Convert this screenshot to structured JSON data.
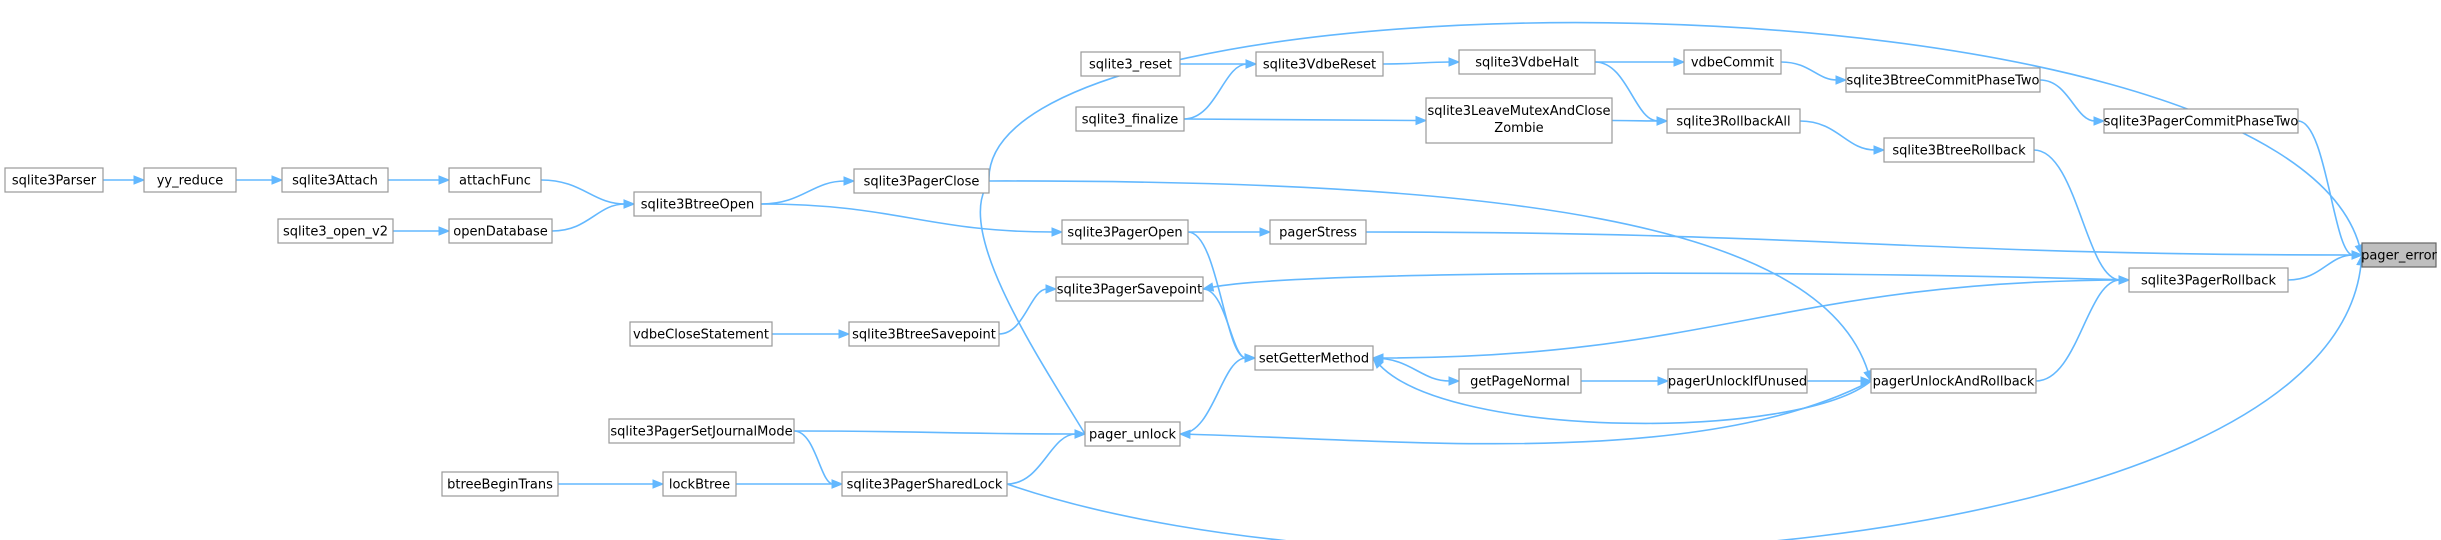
{
  "diagram": {
    "title": "",
    "root": "pager_error",
    "colors": {
      "edge": "#63b8ff",
      "node_border": "#999999",
      "node_fill": "#ffffff",
      "root_fill": "#bfbfbf",
      "root_border": "#666666"
    },
    "nodes": [
      {
        "id": "pager_error",
        "label": "pager_error"
      },
      {
        "id": "sqlite3PagerCommitPhaseTwo",
        "label": "sqlite3PagerCommitPhaseTwo"
      },
      {
        "id": "sqlite3BtreeCommitPhaseTwo",
        "label": "sqlite3BtreeCommitPhaseTwo"
      },
      {
        "id": "vdbeCommit",
        "label": "vdbeCommit"
      },
      {
        "id": "sqlite3VdbeHalt",
        "label": "sqlite3VdbeHalt"
      },
      {
        "id": "sqlite3VdbeReset",
        "label": "sqlite3VdbeReset"
      },
      {
        "id": "sqlite3_reset",
        "label": "sqlite3_reset"
      },
      {
        "id": "sqlite3_finalize",
        "label": "sqlite3_finalize"
      },
      {
        "id": "sqlite3LeaveMutexAndCloseZombie",
        "label": "sqlite3LeaveMutexAndClose Zombie"
      },
      {
        "id": "sqlite3RollbackAll",
        "label": "sqlite3RollbackAll"
      },
      {
        "id": "sqlite3BtreeRollback",
        "label": "sqlite3BtreeRollback"
      },
      {
        "id": "sqlite3PagerClose",
        "label": "sqlite3PagerClose"
      },
      {
        "id": "sqlite3BtreeOpen",
        "label": "sqlite3BtreeOpen"
      },
      {
        "id": "attachFunc",
        "label": "attachFunc"
      },
      {
        "id": "sqlite3Attach",
        "label": "sqlite3Attach"
      },
      {
        "id": "yy_reduce",
        "label": "yy_reduce"
      },
      {
        "id": "sqlite3Parser",
        "label": "sqlite3Parser"
      },
      {
        "id": "openDatabase",
        "label": "openDatabase"
      },
      {
        "id": "sqlite3_open_v2",
        "label": "sqlite3_open_v2"
      },
      {
        "id": "sqlite3PagerOpen",
        "label": "sqlite3PagerOpen"
      },
      {
        "id": "pagerStress",
        "label": "pagerStress"
      },
      {
        "id": "sqlite3PagerRollback",
        "label": "sqlite3PagerRollback"
      },
      {
        "id": "sqlite3PagerSavepoint",
        "label": "sqlite3PagerSavepoint"
      },
      {
        "id": "sqlite3BtreeSavepoint",
        "label": "sqlite3BtreeSavepoint"
      },
      {
        "id": "vdbeCloseStatement",
        "label": "vdbeCloseStatement"
      },
      {
        "id": "setGetterMethod",
        "label": "setGetterMethod"
      },
      {
        "id": "getPageNormal",
        "label": "getPageNormal"
      },
      {
        "id": "pagerUnlockIfUnused",
        "label": "pagerUnlockIfUnused"
      },
      {
        "id": "pagerUnlockAndRollback",
        "label": "pagerUnlockAndRollback"
      },
      {
        "id": "pager_unlock",
        "label": "pager_unlock"
      },
      {
        "id": "sqlite3PagerSetJournalMode",
        "label": "sqlite3PagerSetJournalMode"
      },
      {
        "id": "sqlite3PagerSharedLock",
        "label": "sqlite3PagerSharedLock"
      },
      {
        "id": "lockBtree",
        "label": "lockBtree"
      },
      {
        "id": "btreeBeginTrans",
        "label": "btreeBeginTrans"
      }
    ],
    "edges": [
      {
        "from": "sqlite3PagerCommitPhaseTwo",
        "to": "pager_error"
      },
      {
        "from": "sqlite3BtreeCommitPhaseTwo",
        "to": "sqlite3PagerCommitPhaseTwo"
      },
      {
        "from": "vdbeCommit",
        "to": "sqlite3BtreeCommitPhaseTwo"
      },
      {
        "from": "sqlite3VdbeHalt",
        "to": "vdbeCommit"
      },
      {
        "from": "sqlite3VdbeReset",
        "to": "sqlite3VdbeHalt"
      },
      {
        "from": "sqlite3_reset",
        "to": "sqlite3VdbeReset"
      },
      {
        "from": "sqlite3_finalize",
        "to": "sqlite3VdbeReset"
      },
      {
        "from": "sqlite3_finalize",
        "to": "sqlite3LeaveMutexAndCloseZombie"
      },
      {
        "from": "sqlite3VdbeHalt",
        "to": "sqlite3RollbackAll"
      },
      {
        "from": "sqlite3LeaveMutexAndCloseZombie",
        "to": "sqlite3RollbackAll"
      },
      {
        "from": "sqlite3RollbackAll",
        "to": "sqlite3BtreeRollback"
      },
      {
        "from": "sqlite3BtreeRollback",
        "to": "sqlite3PagerRollback"
      },
      {
        "from": "sqlite3PagerClose",
        "to": "pager_error"
      },
      {
        "from": "sqlite3BtreeOpen",
        "to": "sqlite3PagerClose"
      },
      {
        "from": "attachFunc",
        "to": "sqlite3BtreeOpen"
      },
      {
        "from": "sqlite3Attach",
        "to": "attachFunc"
      },
      {
        "from": "yy_reduce",
        "to": "sqlite3Attach"
      },
      {
        "from": "sqlite3Parser",
        "to": "yy_reduce"
      },
      {
        "from": "openDatabase",
        "to": "sqlite3BtreeOpen"
      },
      {
        "from": "sqlite3_open_v2",
        "to": "openDatabase"
      },
      {
        "from": "sqlite3BtreeOpen",
        "to": "sqlite3PagerOpen"
      },
      {
        "from": "sqlite3PagerOpen",
        "to": "pagerStress"
      },
      {
        "from": "pagerStress",
        "to": "pager_error"
      },
      {
        "from": "sqlite3PagerRollback",
        "to": "pager_error"
      },
      {
        "from": "sqlite3PagerRollback",
        "to": "sqlite3PagerSavepoint"
      },
      {
        "from": "sqlite3BtreeSavepoint",
        "to": "sqlite3PagerSavepoint"
      },
      {
        "from": "vdbeCloseStatement",
        "to": "sqlite3BtreeSavepoint"
      },
      {
        "from": "sqlite3PagerOpen",
        "to": "setGetterMethod"
      },
      {
        "from": "sqlite3PagerSavepoint",
        "to": "setGetterMethod"
      },
      {
        "from": "sqlite3PagerRollback",
        "to": "setGetterMethod"
      },
      {
        "from": "pager_unlock",
        "to": "setGetterMethod"
      },
      {
        "from": "pagerUnlockAndRollback",
        "to": "setGetterMethod"
      },
      {
        "from": "setGetterMethod",
        "to": "getPageNormal"
      },
      {
        "from": "getPageNormal",
        "to": "pagerUnlockIfUnused"
      },
      {
        "from": "pagerUnlockIfUnused",
        "to": "pagerUnlockAndRollback"
      },
      {
        "from": "pagerUnlockAndRollback",
        "to": "sqlite3PagerRollback"
      },
      {
        "from": "sqlite3PagerClose",
        "to": "pagerUnlockAndRollback"
      },
      {
        "from": "pagerUnlockAndRollback",
        "to": "pager_unlock"
      },
      {
        "from": "pager_unlock",
        "to": "sqlite3PagerClose"
      },
      {
        "from": "sqlite3PagerSetJournalMode",
        "to": "pager_unlock"
      },
      {
        "from": "sqlite3PagerSharedLock",
        "to": "pager_unlock"
      },
      {
        "from": "sqlite3PagerSetJournalMode",
        "to": "sqlite3PagerSharedLock"
      },
      {
        "from": "lockBtree",
        "to": "sqlite3PagerSharedLock"
      },
      {
        "from": "btreeBeginTrans",
        "to": "lockBtree"
      },
      {
        "from": "sqlite3PagerSharedLock",
        "to": "pager_error"
      }
    ]
  }
}
